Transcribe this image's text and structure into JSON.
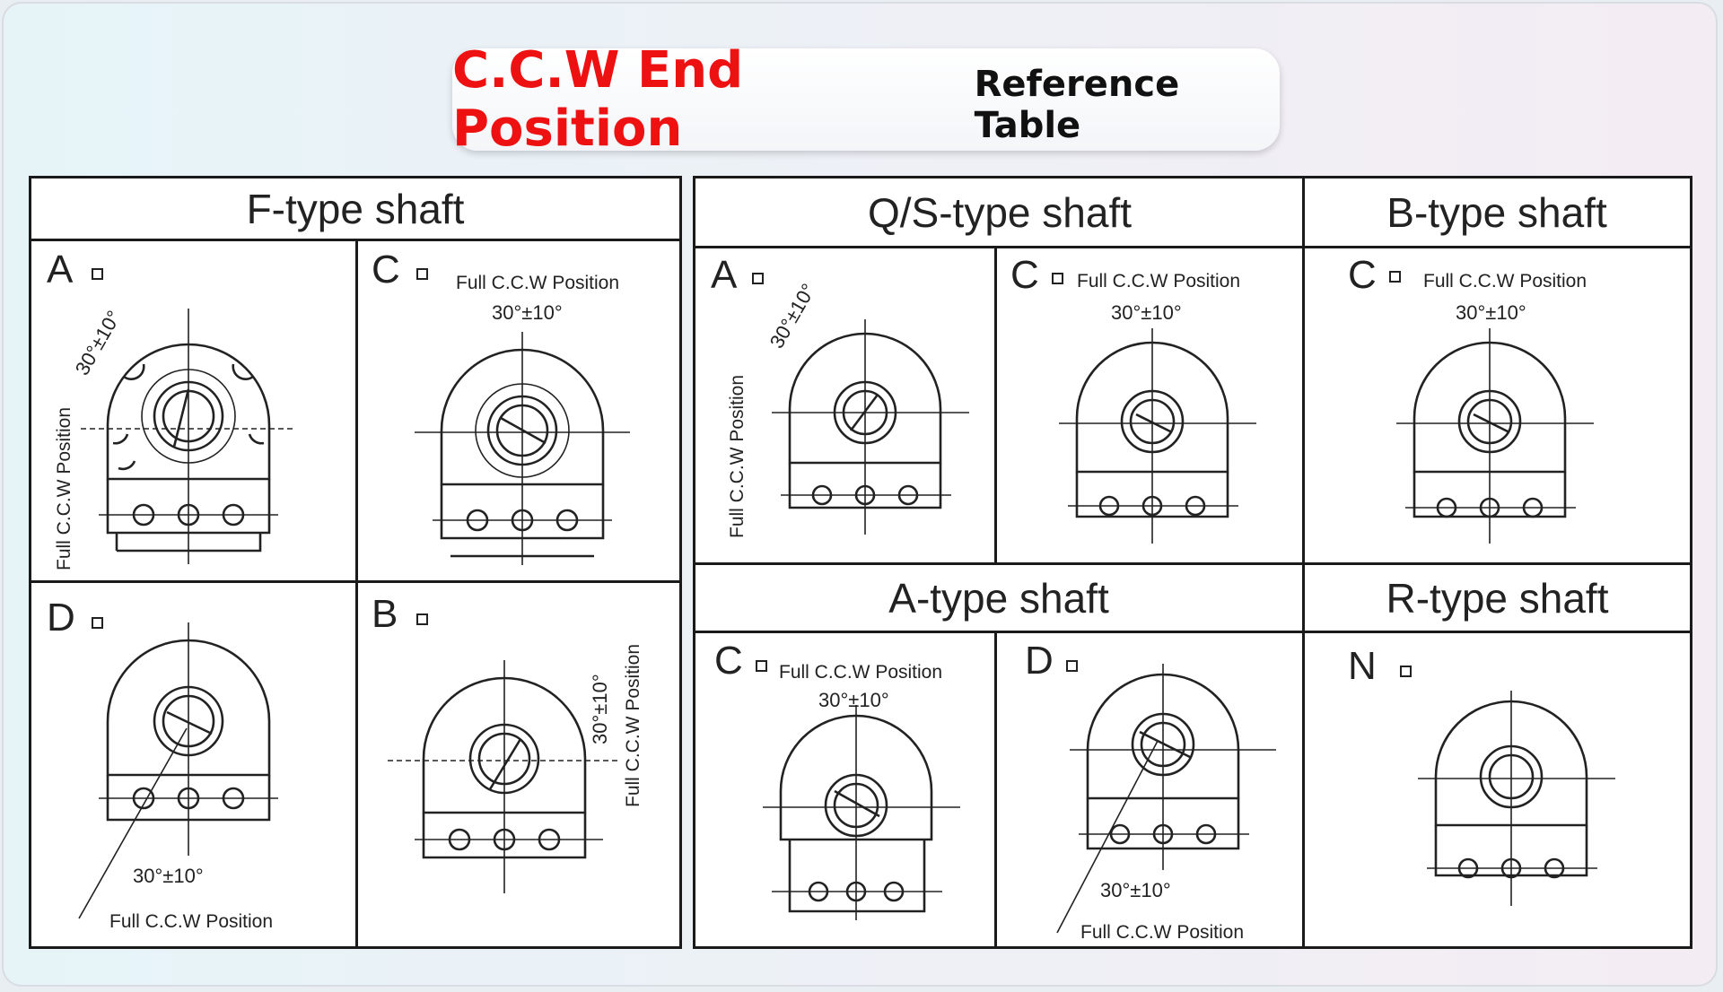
{
  "title": {
    "main": "C.C.W End Position",
    "sub": "Reference Table"
  },
  "labels": {
    "full_ccw": "Full C.C.W Position",
    "angle": "30°±10°"
  },
  "colors": {
    "title_red": "#ee1111",
    "line": "#1a1a1a"
  },
  "panels": {
    "f_type": {
      "header": "F-type shaft",
      "cells": [
        {
          "letter": "A"
        },
        {
          "letter": "C"
        },
        {
          "letter": "D"
        },
        {
          "letter": "B"
        }
      ]
    },
    "qs_type": {
      "header": "Q/S-type shaft",
      "cells": [
        {
          "letter": "A"
        },
        {
          "letter": "C"
        }
      ]
    },
    "b_type": {
      "header": "B-type shaft",
      "cells": [
        {
          "letter": "C"
        }
      ]
    },
    "a_type": {
      "header": "A-type shaft",
      "cells": [
        {
          "letter": "C"
        },
        {
          "letter": "D"
        }
      ]
    },
    "r_type": {
      "header": "R-type shaft",
      "cells": [
        {
          "letter": "N"
        }
      ]
    }
  }
}
